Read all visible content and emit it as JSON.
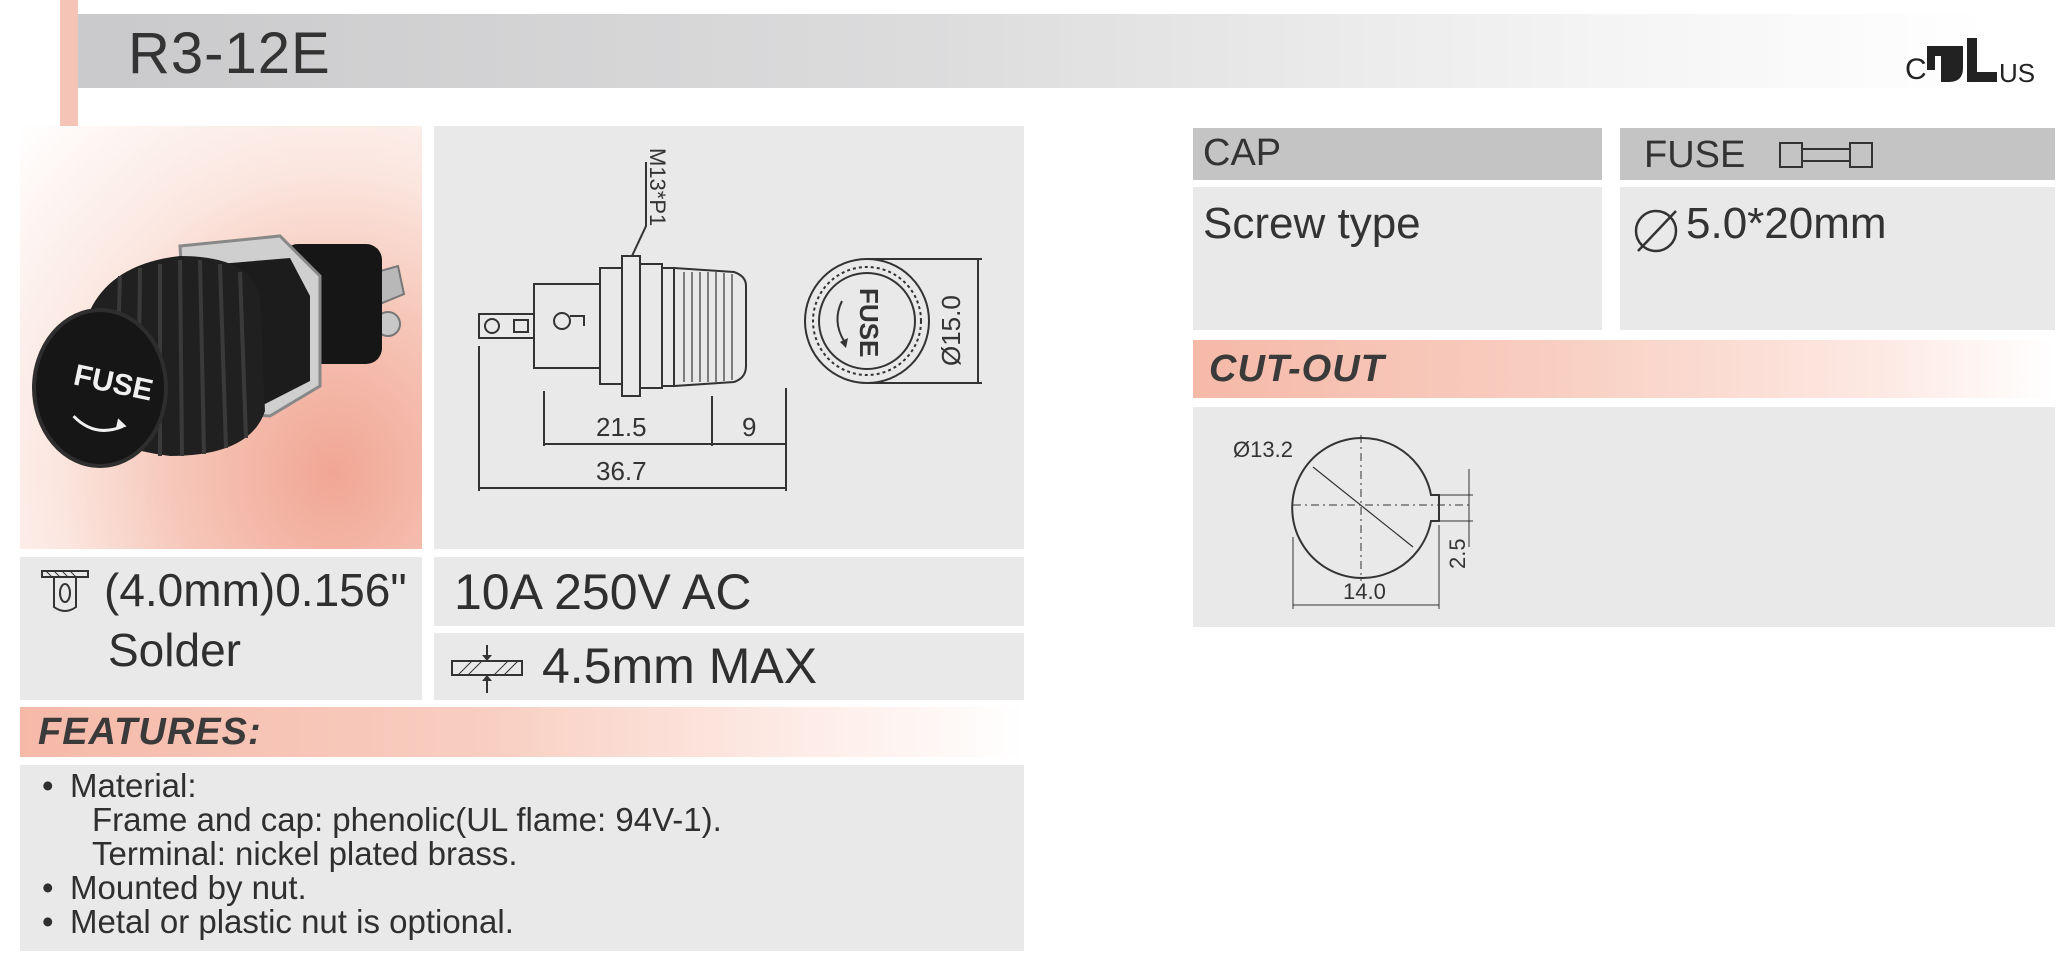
{
  "header": {
    "model": "R3-12E",
    "cert_prefix": "C",
    "cert_suffix": "US",
    "cert_icon": "ul-recognized-mark"
  },
  "drawing": {
    "thread_label": "M13*P1",
    "dim_21_5": "21.5",
    "dim_9": "9",
    "dim_36_7": "36.7",
    "dim_15_0": "Ø15.0",
    "cap_text": "FUSE"
  },
  "photo": {
    "cap_text": "FUSE"
  },
  "specs": {
    "terminal_line1": "(4.0mm)0.156\"",
    "terminal_line2": "Solder",
    "rating": "10A 250V AC",
    "panel_thickness": "4.5mm MAX"
  },
  "features": {
    "title": "FEATURES:",
    "items": [
      {
        "bullet": "•",
        "text": "Material:"
      },
      {
        "bullet": "",
        "text": "Frame and cap: phenolic(UL flame: 94V-1)."
      },
      {
        "bullet": "",
        "text": "Terminal: nickel plated brass."
      },
      {
        "bullet": "•",
        "text": "Mounted by nut."
      },
      {
        "bullet": "•",
        "text": "Metal or plastic nut is optional."
      }
    ]
  },
  "cap": {
    "header": "CAP",
    "value": "Screw type"
  },
  "fuse": {
    "header": "FUSE",
    "value": "5.0*20mm"
  },
  "cutout": {
    "title": "CUT-OUT",
    "diameter": "Ø13.2",
    "width": "14.0",
    "flat": "2.5"
  },
  "colors": {
    "accent_salmon": "#f6c4b6",
    "panel_gray": "#e9e9ea",
    "header_gray": "#c4c4c5"
  }
}
